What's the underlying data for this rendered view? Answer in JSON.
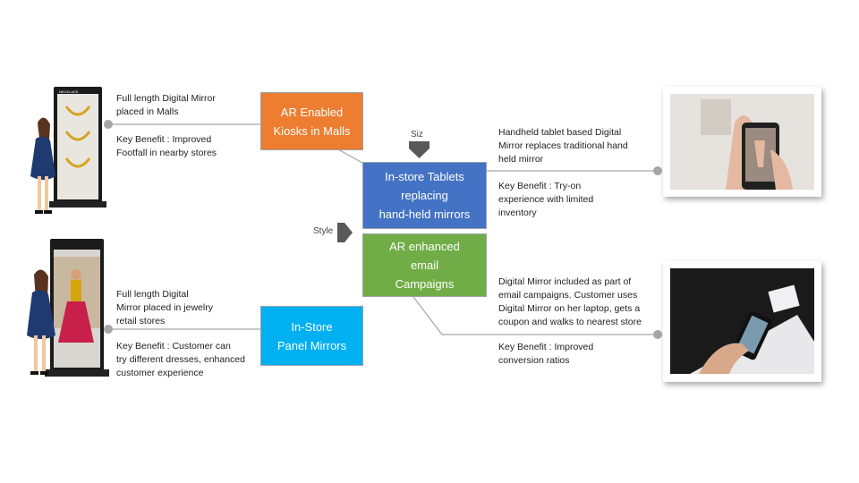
{
  "boxes": {
    "kiosks": {
      "lines": [
        "AR Enabled",
        "Kiosks in Malls"
      ],
      "color": "#ED7D31"
    },
    "tablets": {
      "lines": [
        "In-store Tablets",
        "replacing",
        "hand-held mirrors"
      ],
      "color": "#4472C4"
    },
    "email": {
      "lines": [
        "AR enhanced",
        "email",
        "Campaigns"
      ],
      "color": "#70AD47"
    },
    "panel": {
      "lines": [
        "In-Store",
        "Panel Mirrors"
      ],
      "color": "#00B0F0"
    }
  },
  "annotations": {
    "kiosk_desc": [
      "Full length Digital Mirror",
      "placed in Malls"
    ],
    "kiosk_benefit": [
      "Key Benefit : Improved",
      "Footfall in nearby stores"
    ],
    "panel_desc": [
      "Full length Digital",
      "Mirror placed in jewelry",
      "retail stores"
    ],
    "panel_benefit": [
      "Key Benefit : Customer can",
      "try different dresses, enhanced",
      "customer experience"
    ],
    "tablet_desc": [
      "Handheld tablet based Digital",
      "Mirror replaces traditional hand",
      "held mirror"
    ],
    "tablet_benefit": [
      "Key Benefit : Try-on",
      "experience with limited",
      "inventory"
    ],
    "email_desc": [
      "Digital Mirror included as part of",
      "email campaigns. Customer uses",
      "Digital Mirror on her laptop, gets a",
      "coupon and walks to nearest store"
    ],
    "email_benefit": [
      "Key Benefit : Improved",
      "conversion ratios"
    ]
  },
  "axis_labels": {
    "size": "Siz",
    "style": "Style"
  },
  "kiosk_brand": "NECKLACE",
  "colors": {
    "connector": "#a6a6a6",
    "arrow": "#595959"
  }
}
